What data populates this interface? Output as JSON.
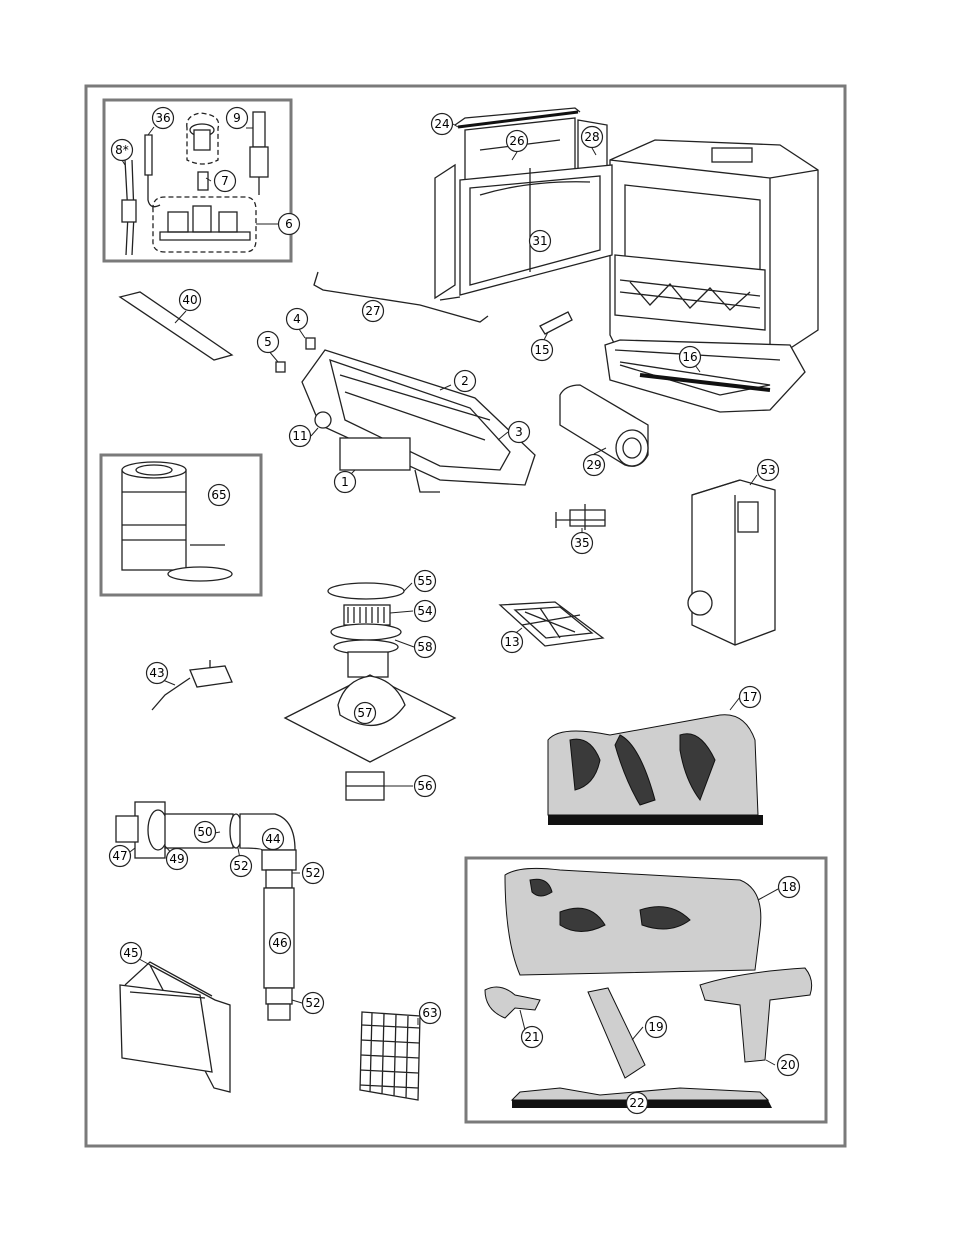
{
  "diagram": {
    "parts": [
      {
        "id": "p1",
        "label": "1"
      },
      {
        "id": "p2",
        "label": "2"
      },
      {
        "id": "p3",
        "label": "3"
      },
      {
        "id": "p4",
        "label": "4"
      },
      {
        "id": "p5",
        "label": "5"
      },
      {
        "id": "p6",
        "label": "6"
      },
      {
        "id": "p7",
        "label": "7"
      },
      {
        "id": "p8",
        "label": "8*"
      },
      {
        "id": "p9",
        "label": "9"
      },
      {
        "id": "p11",
        "label": "11"
      },
      {
        "id": "p13",
        "label": "13"
      },
      {
        "id": "p15",
        "label": "15"
      },
      {
        "id": "p16",
        "label": "16"
      },
      {
        "id": "p17",
        "label": "17"
      },
      {
        "id": "p18",
        "label": "18"
      },
      {
        "id": "p19",
        "label": "19"
      },
      {
        "id": "p20",
        "label": "20"
      },
      {
        "id": "p21",
        "label": "21"
      },
      {
        "id": "p22",
        "label": "22"
      },
      {
        "id": "p24",
        "label": "24"
      },
      {
        "id": "p26",
        "label": "26"
      },
      {
        "id": "p27",
        "label": "27"
      },
      {
        "id": "p28",
        "label": "28"
      },
      {
        "id": "p29",
        "label": "29"
      },
      {
        "id": "p31",
        "label": "31"
      },
      {
        "id": "p35",
        "label": "35"
      },
      {
        "id": "p36",
        "label": "36"
      },
      {
        "id": "p40",
        "label": "40"
      },
      {
        "id": "p43",
        "label": "43"
      },
      {
        "id": "p44",
        "label": "44"
      },
      {
        "id": "p45",
        "label": "45"
      },
      {
        "id": "p46",
        "label": "46"
      },
      {
        "id": "p47",
        "label": "47"
      },
      {
        "id": "p49",
        "label": "49"
      },
      {
        "id": "p50",
        "label": "50"
      },
      {
        "id": "p52a",
        "label": "52"
      },
      {
        "id": "p52b",
        "label": "52"
      },
      {
        "id": "p52c",
        "label": "52"
      },
      {
        "id": "p53",
        "label": "53"
      },
      {
        "id": "p54",
        "label": "54"
      },
      {
        "id": "p55",
        "label": "55"
      },
      {
        "id": "p56",
        "label": "56"
      },
      {
        "id": "p57",
        "label": "57"
      },
      {
        "id": "p58",
        "label": "58"
      },
      {
        "id": "p63",
        "label": "63"
      },
      {
        "id": "p65",
        "label": "65"
      }
    ]
  },
  "colors": {
    "frame": "#7a7a7a",
    "ink": "#222222",
    "paper": "#ffffff"
  }
}
